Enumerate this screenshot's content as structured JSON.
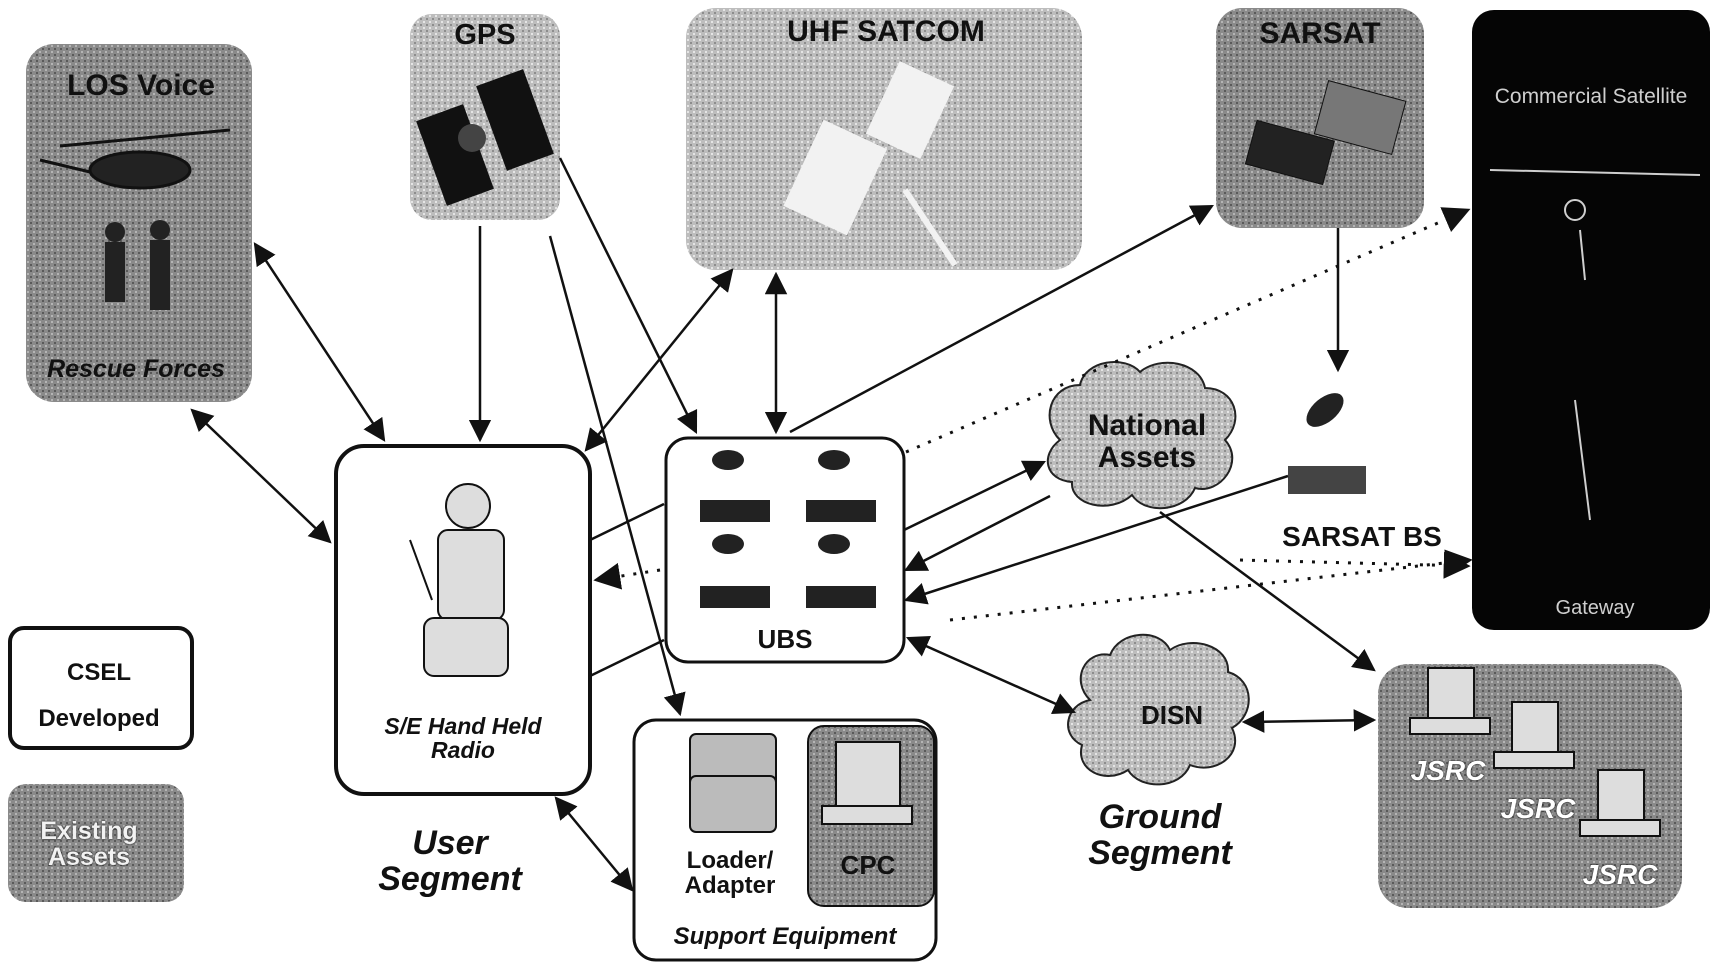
{
  "nodes": {
    "los_voice": {
      "title": "LOS Voice",
      "caption": "Rescue Forces"
    },
    "gps": {
      "title": "GPS"
    },
    "uhf_satcom": {
      "title": "UHF SATCOM"
    },
    "sarsat": {
      "title": "SARSAT"
    },
    "commercial": {
      "title": "Commercial Satellite",
      "caption": "Gateway"
    },
    "handheld": {
      "title": "S/E Hand Held Radio"
    },
    "ubs": {
      "title": "UBS"
    },
    "national_assets": {
      "title": "National Assets"
    },
    "sarsat_bs": {
      "title": "SARSAT BS"
    },
    "dsin": {
      "title": "DISN"
    },
    "jsrc": {
      "labels": [
        "JSRC",
        "JSRC",
        "JSRC"
      ]
    },
    "support": {
      "loader": "Loader/ Adapter",
      "cpc": "CPC",
      "caption": "Support Equipment"
    }
  },
  "segments": {
    "user": "User Segment",
    "ground": "Ground Segment"
  },
  "legend": {
    "developed": "CSEL Developed",
    "existing": "Existing Assets"
  },
  "colors": {
    "existing_fill": "#6e6e6e",
    "developed_fill": "#ffffff",
    "outline": "#111111"
  }
}
